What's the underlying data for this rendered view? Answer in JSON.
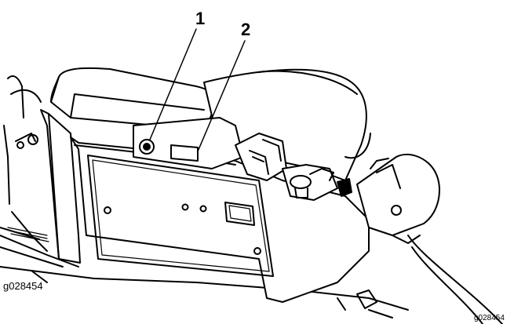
{
  "figure": {
    "callouts": [
      {
        "label": "1"
      },
      {
        "label": "2"
      }
    ],
    "figure_id": "g028454",
    "corner_id": "g028454"
  }
}
